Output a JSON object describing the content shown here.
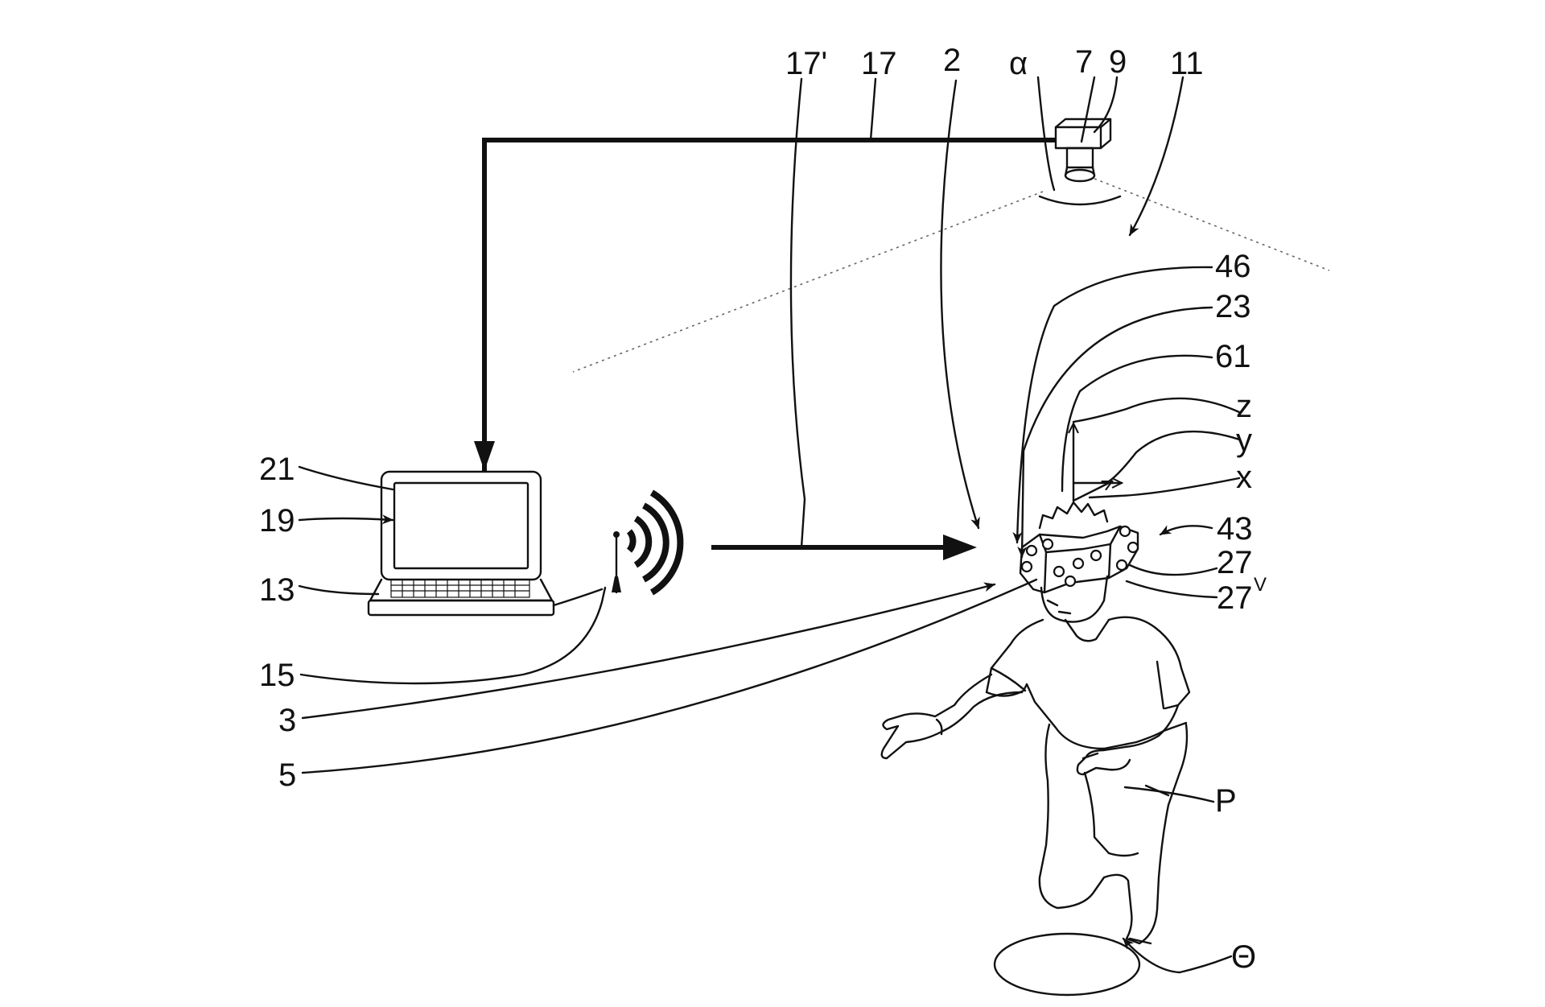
{
  "labels": {
    "l17p": "17'",
    "l17": "17",
    "l2": "2",
    "alpha": "α",
    "l7": "7",
    "l9": "9",
    "l11": "11",
    "l46": "46",
    "l23": "23",
    "l61": "61",
    "z": "z",
    "y": "y",
    "x": "x",
    "l43": "43",
    "l27": "27",
    "l27v": "27",
    "l27v_sup": "V",
    "l21": "21",
    "l19": "19",
    "l13": "13",
    "l15": "15",
    "l3": "3",
    "l5": "5",
    "P": "P",
    "theta": "Θ"
  },
  "colors": {
    "ink": "#111111",
    "paper": "#ffffff",
    "dashed": "#666666"
  },
  "icons": [
    "camera-icon",
    "laptop-icon",
    "antenna-icon",
    "wireless-signal-icon",
    "person-figure",
    "vr-headset-icon"
  ]
}
